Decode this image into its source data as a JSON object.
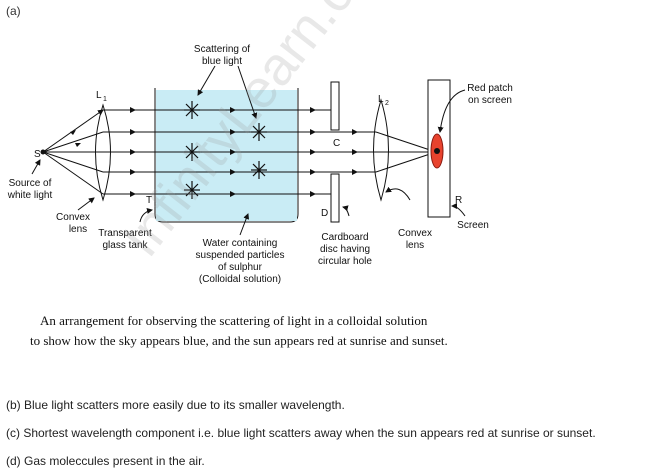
{
  "part_label": "(a)",
  "diagram": {
    "labels": {
      "scattering": [
        "Scattering of",
        "blue light"
      ],
      "L1": "L",
      "L1_sub": "1",
      "L2": "L",
      "L2_sub": "2",
      "S": "S",
      "source": [
        "Source of",
        "white light"
      ],
      "convex_lens_1": [
        "Convex",
        "lens"
      ],
      "T": "T",
      "tank": [
        "Transparent",
        "glass tank"
      ],
      "water": [
        "Water containing",
        "suspended particles",
        "of sulphur",
        "(Colloidal solution)"
      ],
      "C": "C",
      "D": "D",
      "cardboard": [
        "Cardboard",
        "disc having",
        "circular hole"
      ],
      "convex_lens_2": [
        "Convex",
        "lens"
      ],
      "red_patch": [
        "Red patch",
        "on screen"
      ],
      "R": "R",
      "screen": "Screen"
    },
    "colors": {
      "water": "#c9ecf5",
      "red_patch": "#e8432e"
    }
  },
  "caption": [
    "An arrangement for observing the scattering of light in a colloidal solution",
    "to show how the sky appears blue, and the sun appears red at sunrise and sunset."
  ],
  "answers": [
    "(b) Blue light scatters more easily due to its smaller wavelength.",
    "(c) Shortest wavelength component i.e. blue light scatters away when the sun appears red at sunrise or sunset.",
    "(d) Gas moleccules present in the air."
  ],
  "watermark": "InfinityLearn.com"
}
